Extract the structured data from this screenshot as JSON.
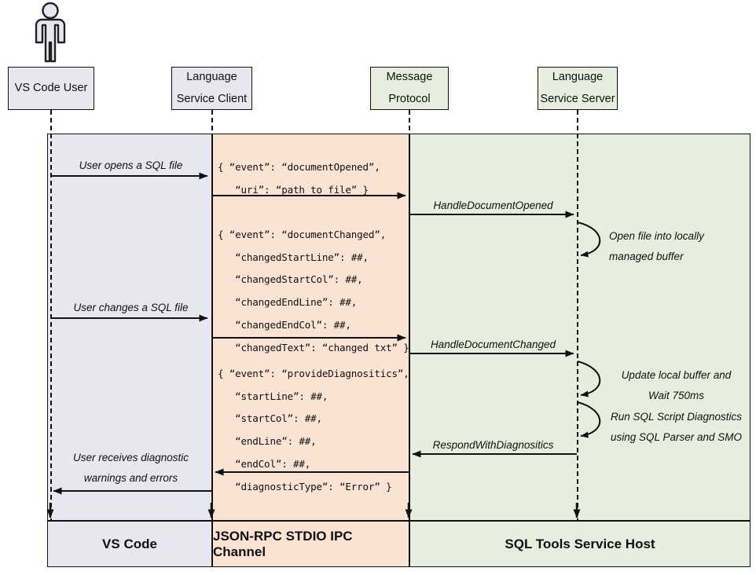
{
  "diagram": {
    "title": "SQL Tools Service language service sequence diagram",
    "colors": {
      "vscode_band": "#e8e6f0",
      "ipc_band": "#fbe3d4",
      "host_band": "#e8eedd",
      "stroke": "#111111"
    }
  },
  "actor": {
    "name": "VS Code User",
    "icon": "person-icon"
  },
  "participants": [
    {
      "id": "user",
      "line1": "VS Code User",
      "line2": ""
    },
    {
      "id": "client",
      "line1": "Language",
      "line2": "Service Client"
    },
    {
      "id": "proto",
      "line1": "Message",
      "line2": "Protocol"
    },
    {
      "id": "server",
      "line1": "Language",
      "line2": "Service Server"
    }
  ],
  "bands": [
    {
      "id": "vscode",
      "label": "VS Code"
    },
    {
      "id": "ipc",
      "label": "JSON-RPC STDIO IPC Channel"
    },
    {
      "id": "host",
      "label": "SQL Tools Service Host"
    }
  ],
  "messages": {
    "user_opens": "User opens a SQL file",
    "user_changes": "User changes a SQL file",
    "user_receives": "User receives diagnostic\nwarnings and errors",
    "handle_document_opened": "HandleDocumentOpened",
    "handle_document_changed": "HandleDocumentChanged",
    "respond_with_diagnostics": "RespondWithDiagnositics"
  },
  "self_calls": {
    "open_buffer": "Open file into locally\nmanaged buffer",
    "update_wait": "Update local buffer and\nWait 750ms",
    "run_diagnostics": "Run SQL Script Diagnostics\nusing SQL Parser and SMO"
  },
  "payloads": {
    "document_opened": "{ “event”: “documentOpened”,\n   “uri”: “path_to_file” }",
    "document_changed": "{ “event”: “documentChanged”,\n   “changedStartLine”: ##,\n   “changedStartCol”: ##,\n   “changedEndLine”: ##,\n   “changedEndCol”: ##,\n   “changedText”: “changed txt” }",
    "provide_diagnostics": "{ “event”: “provideDiagnositics”,\n   “startLine”: ##,\n   “startCol”: ##,\n   “endLine”: ##,\n   “endCol”: ##,\n   “diagnosticType”: “Error” }"
  }
}
